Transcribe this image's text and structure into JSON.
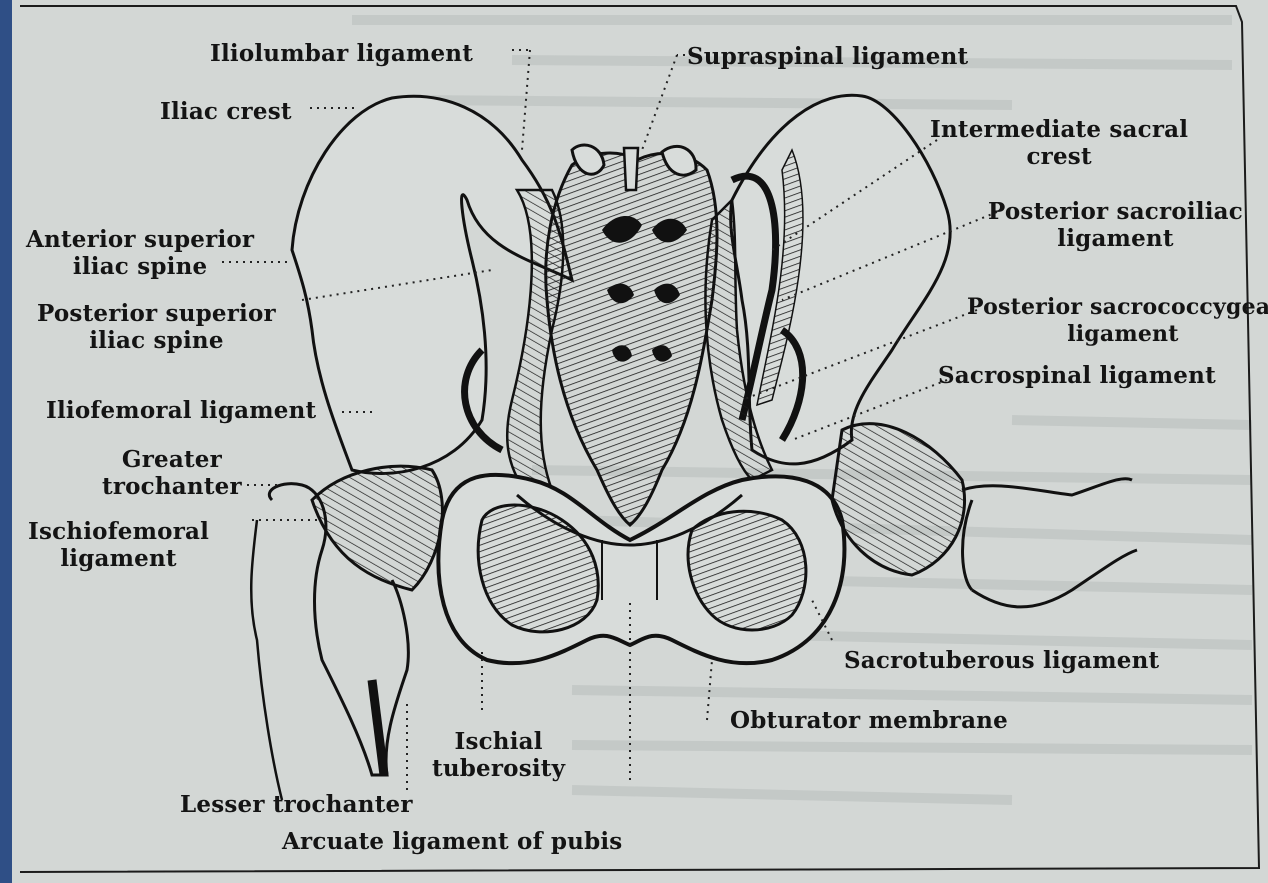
{
  "figure": {
    "labels": {
      "iliolumbar_ligament": "Iliolumbar ligament",
      "supraspinal_ligament": "Supraspinal ligament",
      "iliac_crest": "Iliac crest",
      "intermediate_sacral_crest": [
        "Intermediate sacral",
        "crest"
      ],
      "posterior_sacroiliac_ligament": [
        "Posterior sacroiliac",
        "ligament"
      ],
      "anterior_superior_iliac_spine": [
        "Anterior superior",
        "iliac spine"
      ],
      "posterior_superior_iliac_spine": [
        "Posterior superior",
        "iliac spine"
      ],
      "posterior_sacrococcygeal_ligament": [
        "Posterior sacrococcygeal",
        "ligament"
      ],
      "sacrospinal_ligament": "Sacrospinal ligament",
      "iliofemoral_ligament": "Iliofemoral ligament",
      "greater_trochanter": [
        "Greater",
        "trochanter"
      ],
      "ischiofemoral_ligament": [
        "Ischiofemoral",
        "ligament"
      ],
      "sacrotuberous_ligament": "Sacrotuberous ligament",
      "obturator_membrane": "Obturator membrane",
      "ischial_tuberosity": [
        "Ischial",
        "tuberosity"
      ],
      "lesser_trochanter": "Lesser trochanter",
      "arcuate_ligament_of_pubis": "Arcuate ligament of pubis"
    }
  }
}
